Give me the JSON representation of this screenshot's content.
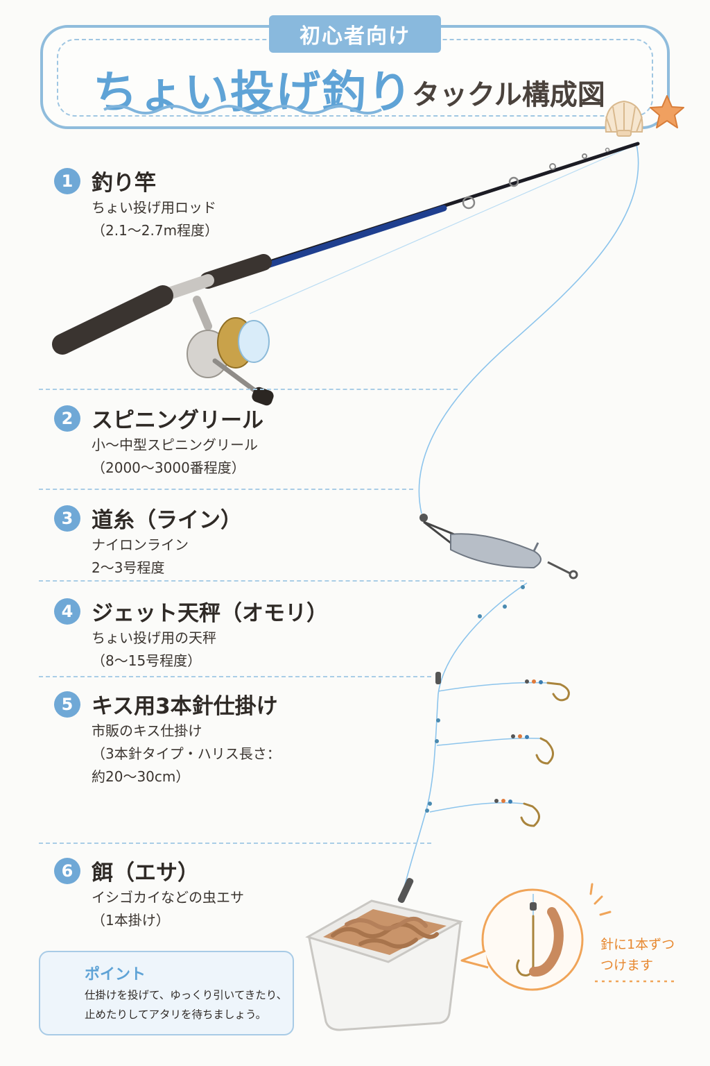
{
  "header": {
    "badge": "初心者向け",
    "title": "ちょい投げ釣り",
    "subtitle": "タックル構成図"
  },
  "sections": [
    {
      "num": "1",
      "title": "釣り竿",
      "lines": [
        "ちょい投げ用ロッド",
        "（2.1～2.7m程度）"
      ]
    },
    {
      "num": "2",
      "title": "スピニングリール",
      "lines": [
        "小～中型スピニングリール",
        "（2000～3000番程度）"
      ]
    },
    {
      "num": "3",
      "title": "道糸（ライン）",
      "lines": [
        "ナイロンライン",
        "2～3号程度"
      ]
    },
    {
      "num": "4",
      "title": "ジェット天秤（オモリ）",
      "lines": [
        "ちょい投げ用の天秤",
        "（8～15号程度）"
      ]
    },
    {
      "num": "5",
      "title": "キス用3本針仕掛け",
      "lines": [
        "市販のキス仕掛け",
        "（3本針タイプ・ハリス長さ：",
        "約20～30cm）"
      ]
    },
    {
      "num": "6",
      "title": "餌（エサ）",
      "lines": [
        "イシゴカイなどの虫エサ",
        "（1本掛け）"
      ]
    }
  ],
  "point": {
    "title": "ポイント",
    "lines": [
      "仕掛けを投げて、ゆっくり引いてきたり、",
      "止めたりしてアタリを待ちましょう。"
    ]
  },
  "callout": {
    "lines": [
      "針に1本ずつ",
      "つけます"
    ]
  },
  "colors": {
    "accent_blue": "#5fa3d6",
    "line_blue": "#8cc4ec",
    "callout_orange": "#e7882f",
    "rod_blue": "#1f3f8f"
  },
  "icons": [
    "shell-icon",
    "starfish-icon",
    "lightbulb-icon",
    "wave-icon"
  ]
}
